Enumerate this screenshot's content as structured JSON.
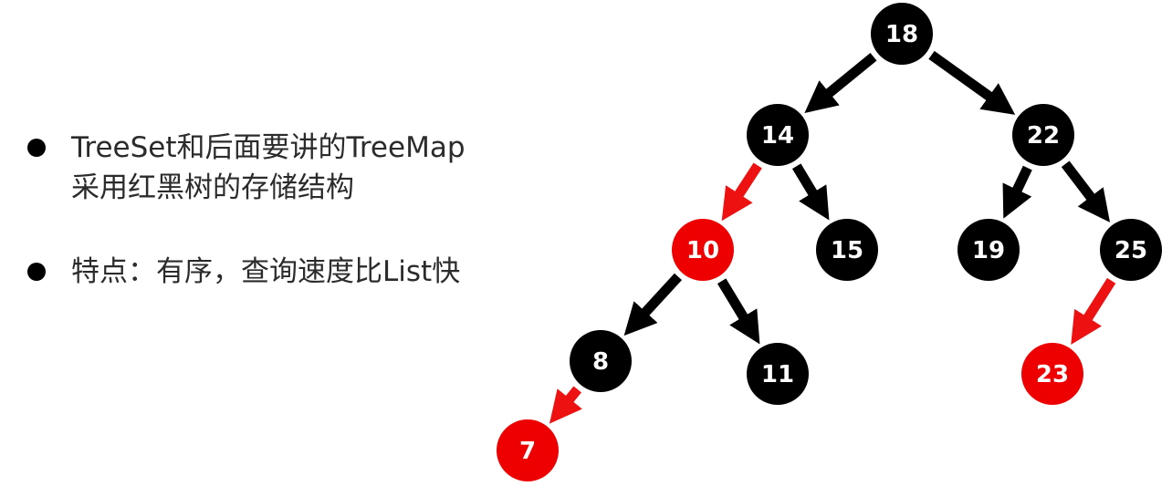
{
  "bullets": [
    {
      "text": "TreeSet和后面要讲的TreeMap\n采用红黑树的存储结构"
    },
    {
      "text": "特点：有序，查询速度比List快"
    }
  ],
  "colors": {
    "black_node": "#000000",
    "red_node": "#ee0000",
    "black_edge": "#000000",
    "red_edge": "#ee1111"
  },
  "tree": {
    "nodes": [
      {
        "id": "18",
        "label": "18",
        "color": "black"
      },
      {
        "id": "14",
        "label": "14",
        "color": "black"
      },
      {
        "id": "22",
        "label": "22",
        "color": "black"
      },
      {
        "id": "10",
        "label": "10",
        "color": "red"
      },
      {
        "id": "15",
        "label": "15",
        "color": "black"
      },
      {
        "id": "19",
        "label": "19",
        "color": "black"
      },
      {
        "id": "25",
        "label": "25",
        "color": "black"
      },
      {
        "id": "8",
        "label": "8",
        "color": "black"
      },
      {
        "id": "11",
        "label": "11",
        "color": "black"
      },
      {
        "id": "23",
        "label": "23",
        "color": "red"
      },
      {
        "id": "7",
        "label": "7",
        "color": "red"
      }
    ],
    "edges": [
      {
        "from": "18",
        "to": "14",
        "color": "black"
      },
      {
        "from": "18",
        "to": "22",
        "color": "black"
      },
      {
        "from": "14",
        "to": "10",
        "color": "red"
      },
      {
        "from": "14",
        "to": "15",
        "color": "black"
      },
      {
        "from": "22",
        "to": "19",
        "color": "black"
      },
      {
        "from": "22",
        "to": "25",
        "color": "black"
      },
      {
        "from": "10",
        "to": "8",
        "color": "black"
      },
      {
        "from": "10",
        "to": "11",
        "color": "black"
      },
      {
        "from": "25",
        "to": "23",
        "color": "red"
      },
      {
        "from": "8",
        "to": "7",
        "color": "red"
      }
    ]
  }
}
